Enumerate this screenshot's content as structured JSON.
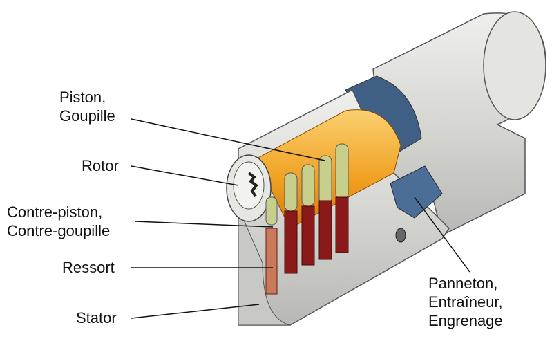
{
  "labels": {
    "piston": "Piston,\nGoupille",
    "rotor": "Rotor",
    "contre_piston": "Contre-piston,\nContre-goupille",
    "ressort": "Ressort",
    "stator": "Stator",
    "panneton": "Panneton,\nEntraîneur,\nEngrenage"
  },
  "colors": {
    "metal": "#cfcfcc",
    "rotor": "#f0a020",
    "pin": "#c8cf8a",
    "spring": "#8a1a1a",
    "cam": "#4a6e96"
  }
}
